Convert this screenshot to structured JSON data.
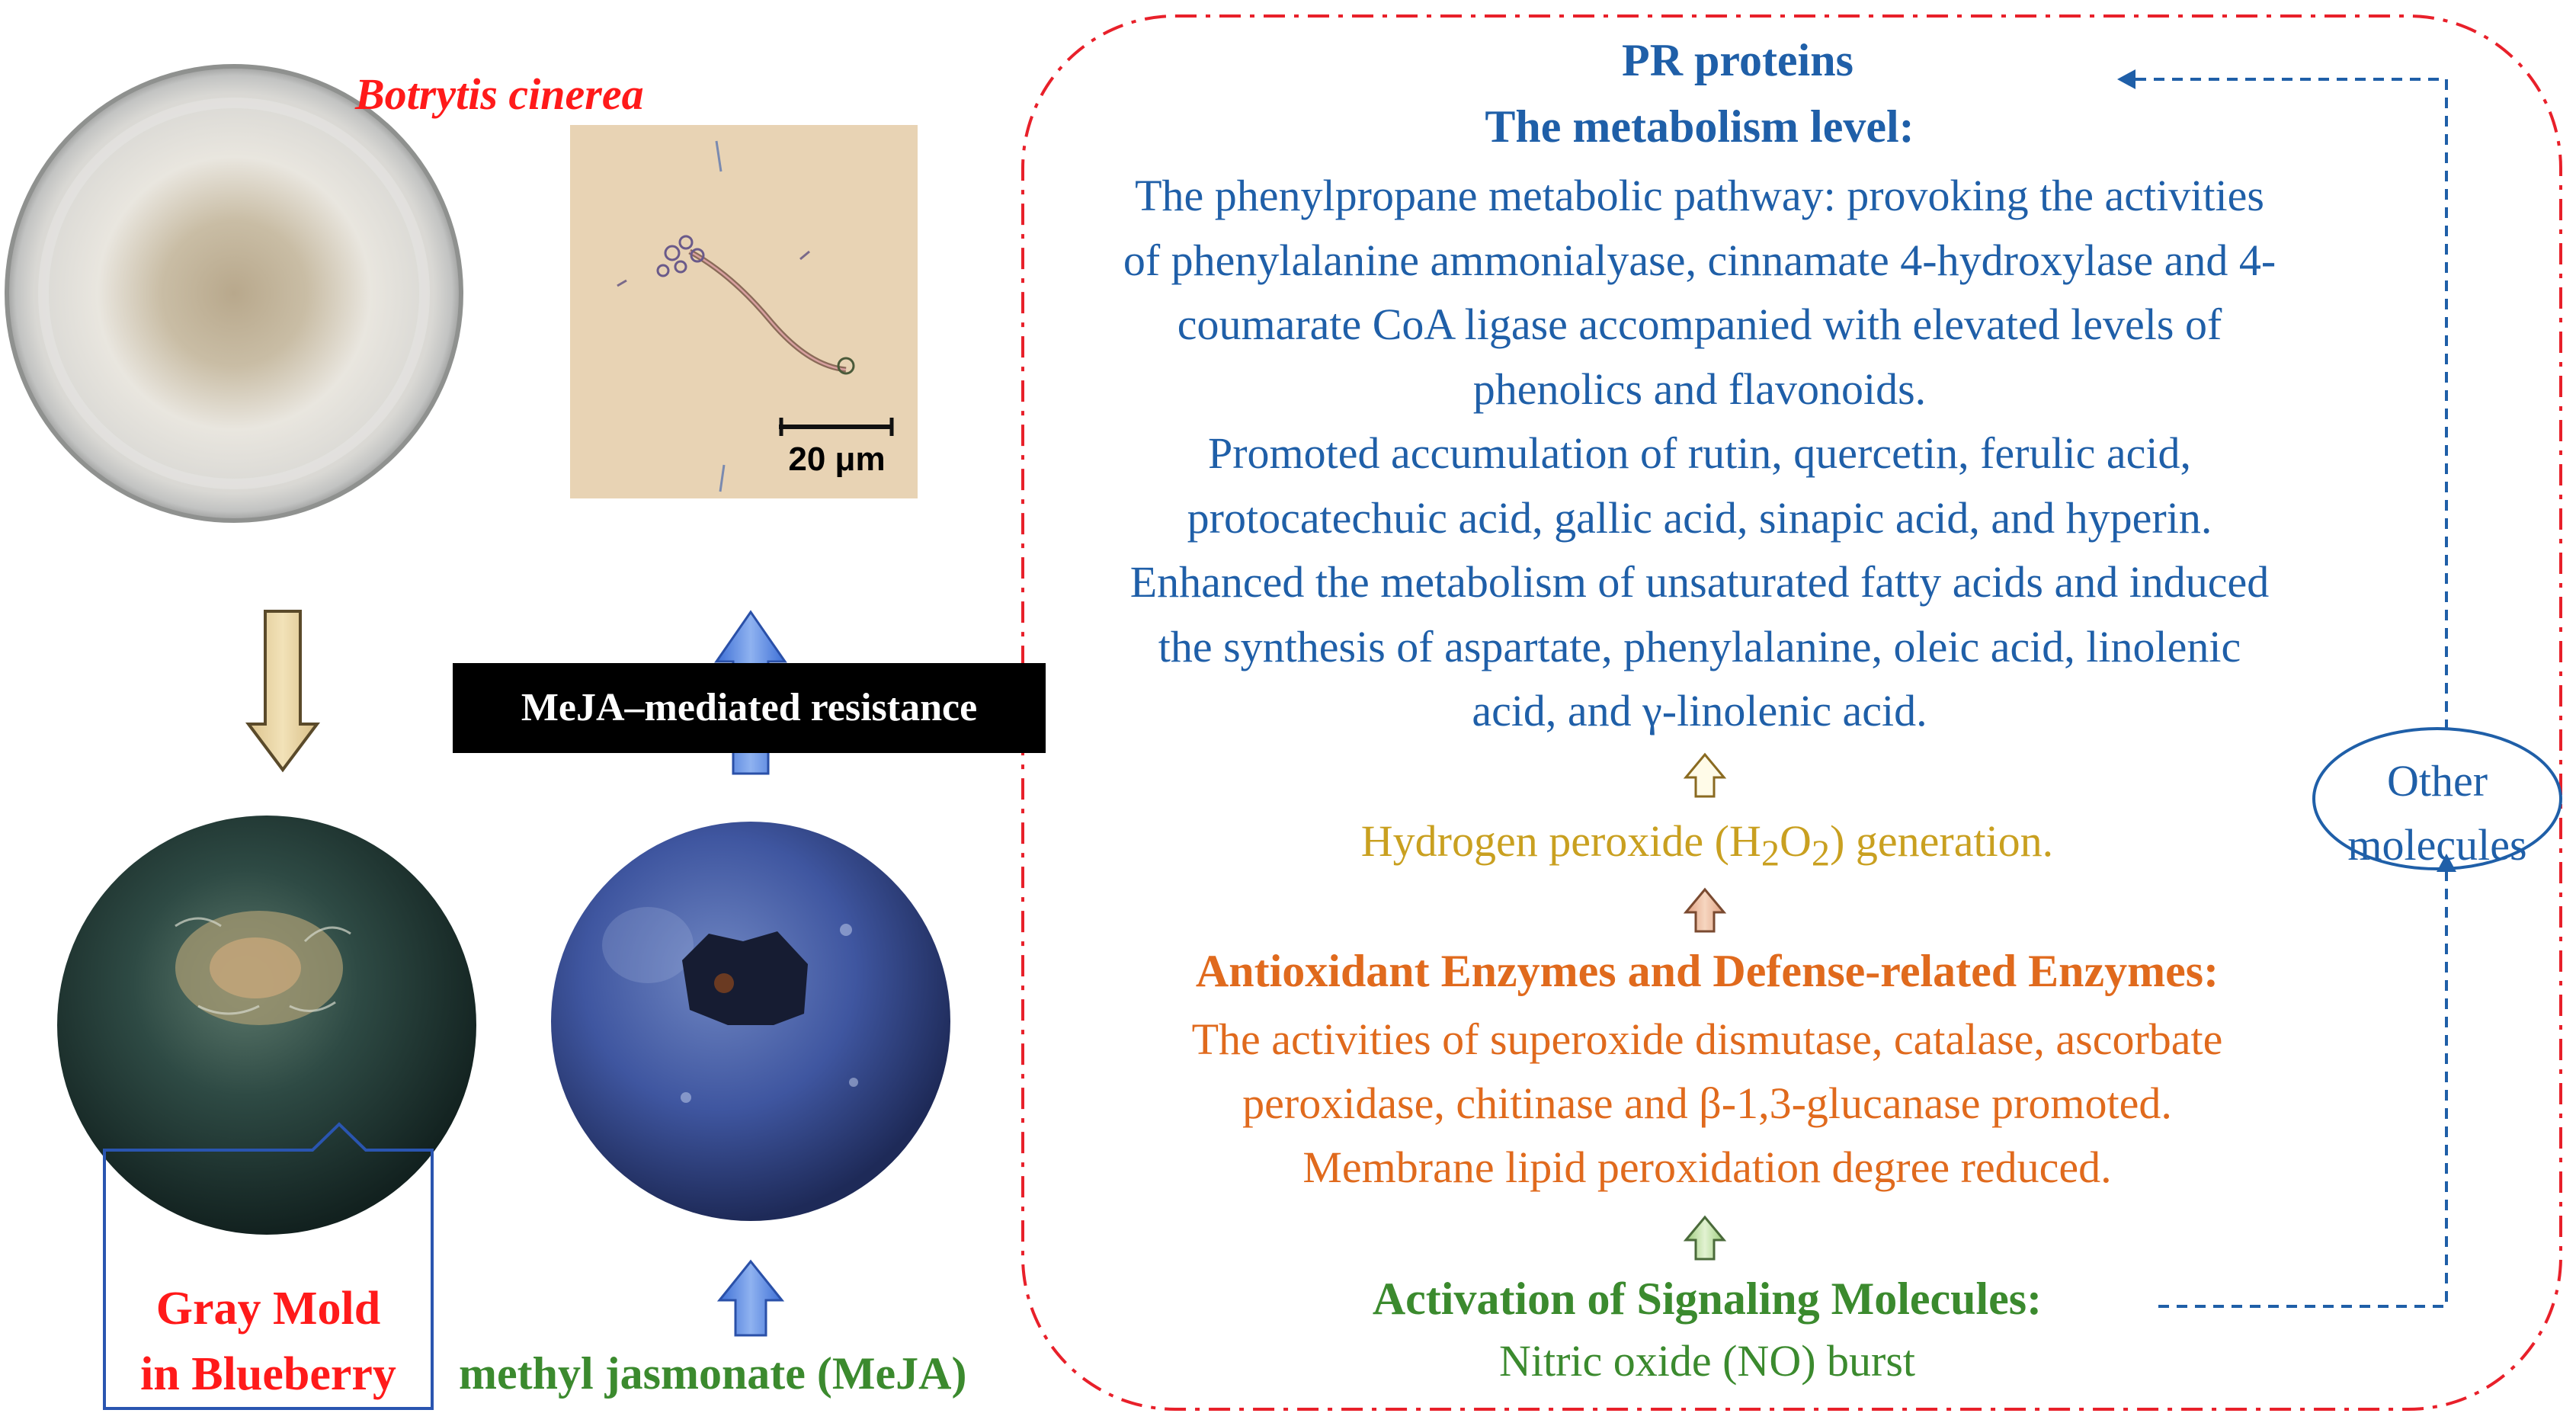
{
  "left_panel": {
    "species_label": "Botrytis cinerea",
    "scale_bar_label": "20 μm",
    "disease_label_line1": "Gray Mold",
    "disease_label_line2": "in Blueberry",
    "treatment_label": "methyl jasmonate (MeJA)",
    "resistance_label": "MeJA–mediated resistance"
  },
  "right_panel": {
    "pr_proteins": "PR proteins",
    "metabolism_heading": "The metabolism level:",
    "metabolism_lines": [
      "The phenylpropane metabolic pathway: provoking the activities",
      "of phenylalanine ammonialyase, cinnamate 4-hydroxylase and 4-",
      "coumarate CoA ligase accompanied with elevated levels of",
      "phenolics and flavonoids.",
      "Promoted accumulation of rutin, quercetin, ferulic acid,",
      "protocatechuic acid, gallic acid, sinapic acid, and hyperin.",
      "Enhanced the metabolism of unsaturated fatty acids and induced",
      "the synthesis of aspartate, phenylalanine, oleic acid, linolenic",
      "acid, and γ-linolenic acid."
    ],
    "h2o2_prefix": "Hydrogen peroxide (H",
    "h2o2_sub1": "2",
    "h2o2_mid": "O",
    "h2o2_sub2": "2",
    "h2o2_suffix": ") generation.",
    "enzymes_heading": "Antioxidant Enzymes and Defense-related Enzymes:",
    "enzymes_lines": [
      "The activities of superoxide dismutase, catalase, ascorbate",
      "peroxidase, chitinase and β-1,3-glucanase promoted.",
      "Membrane lipid peroxidation degree reduced."
    ],
    "signaling_heading": "Activation of Signaling Molecules:",
    "signaling_text": "Nitric oxide (NO) burst",
    "other_molecules_line1": "Other",
    "other_molecules_line2": "molecules"
  },
  "colors": {
    "blue_text": "#1f5fa8",
    "gold_text": "#c9a020",
    "orange_text": "#e06a1d",
    "green_text": "#3b8a2e",
    "red_text": "#ff1a1a",
    "dash_border": "#e8202a"
  }
}
